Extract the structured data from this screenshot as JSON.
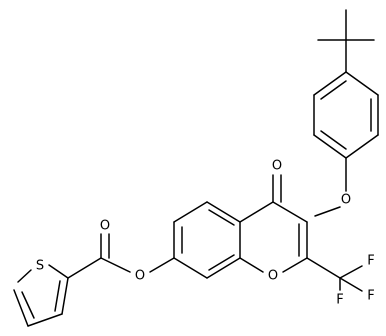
{
  "molecule": {
    "atom_labels": {
      "o_ketone": "O",
      "o_ether": "O",
      "o_ring": "O",
      "o_ester_link": "O",
      "o_ester_carbonyl": "O",
      "s_thiophene": "S",
      "f1": "F",
      "f2": "F",
      "f3": "F"
    }
  }
}
